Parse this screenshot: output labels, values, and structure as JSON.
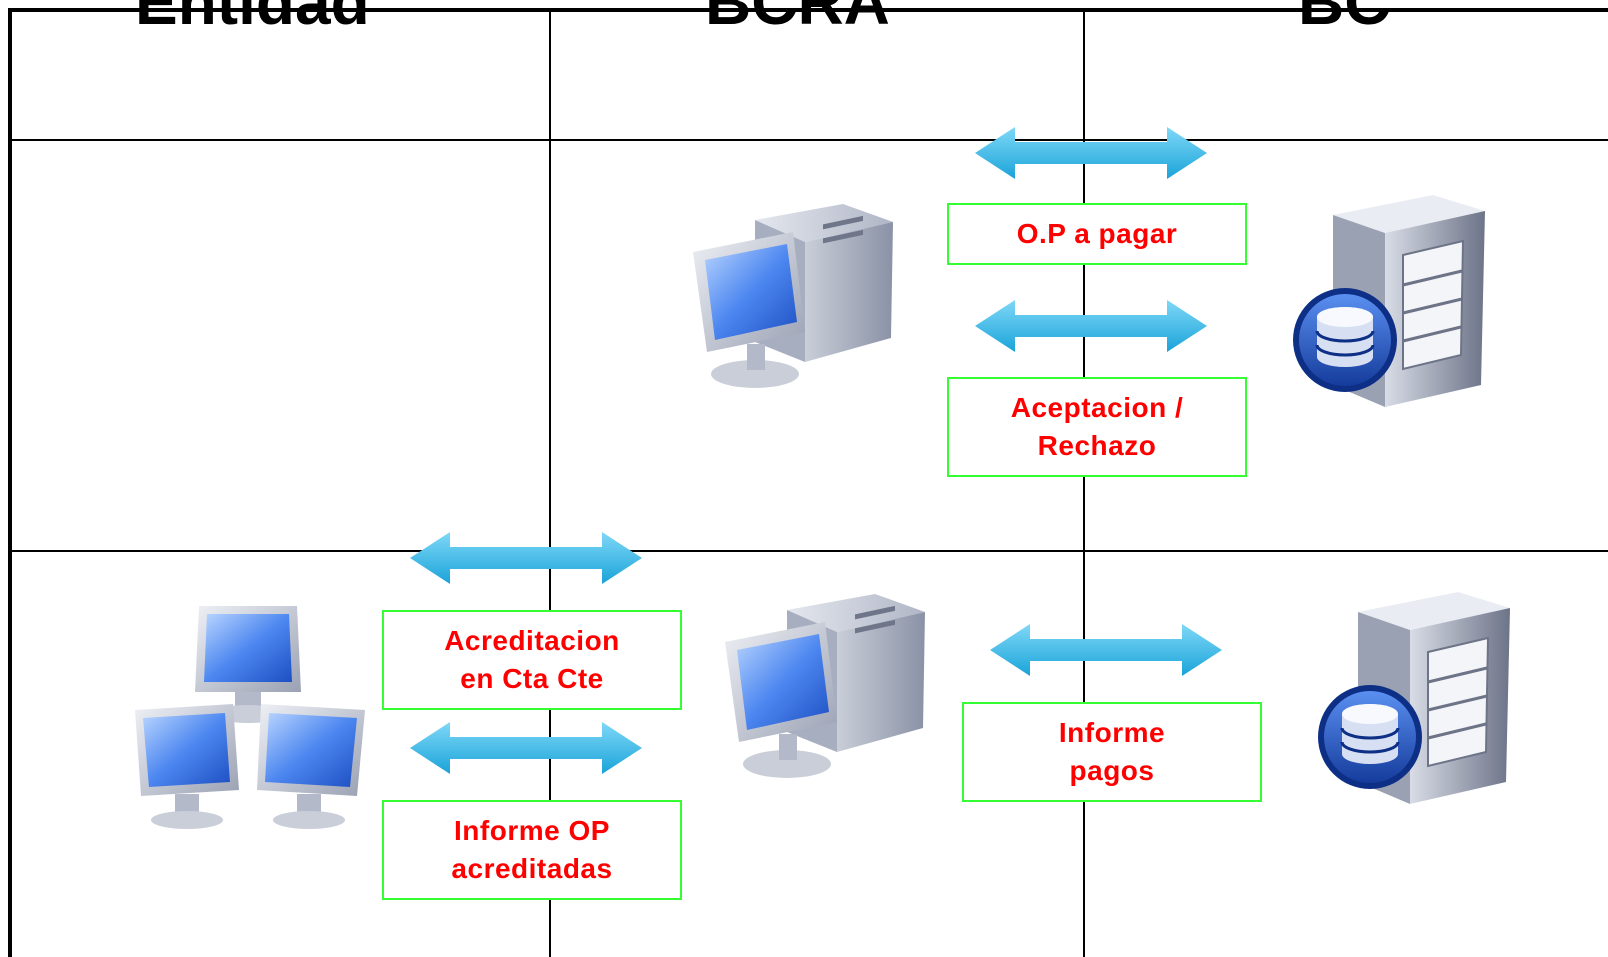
{
  "diagram": {
    "headers": [
      {
        "text": "Entidad"
      },
      {
        "text": "BCRA"
      },
      {
        "text": "BC"
      }
    ],
    "labels": {
      "op_pagar": "O.P a pagar",
      "aceptacion": "Aceptacion /\nRechazo",
      "acreditacion": "Acreditacion\nen Cta Cte",
      "informe_op": "Informe OP\nacreditadas",
      "informe_pagos": "Informe\npagos"
    },
    "colors": {
      "label_text": "#ff0000",
      "label_border": "#33ff33",
      "arrow": "#29b6e8",
      "grid": "#000000"
    },
    "icons": [
      "workstation-icon",
      "database-server-icon",
      "network-computers-icon"
    ]
  }
}
